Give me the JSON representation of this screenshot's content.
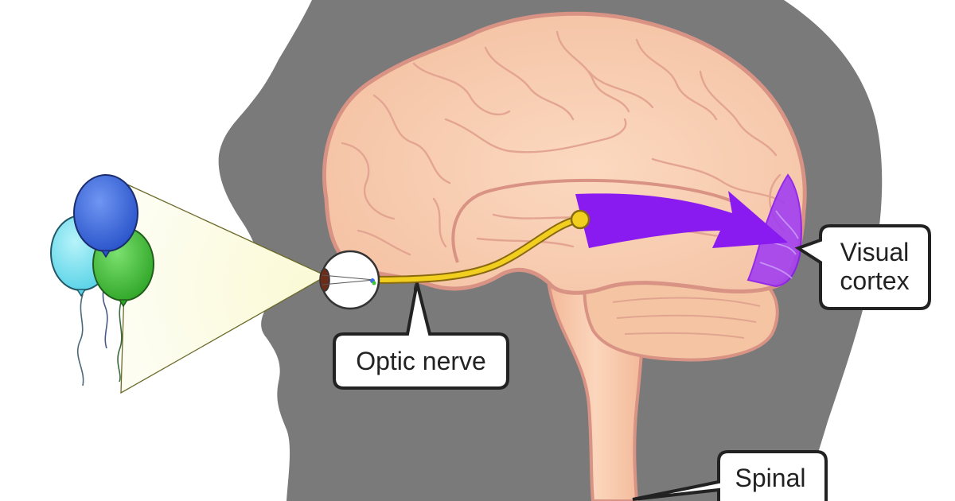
{
  "labels": {
    "optic_nerve": "Optic nerve",
    "visual_cortex_line1": "Visual",
    "visual_cortex_line2": "cortex",
    "spinal_cord_line1": "Spinal"
  },
  "colors": {
    "head_silhouette": "#7a7a7a",
    "brain_fill": "#f6c8a8",
    "brain_outline": "#d99384",
    "optic_nerve": "#f2cf1f",
    "visual_pathway": "#8a1bf0",
    "balloon_blue": "#3d6fe0",
    "balloon_cyan": "#7fe3f2",
    "balloon_green": "#41c437",
    "vision_cone": "#f8f6c2"
  }
}
